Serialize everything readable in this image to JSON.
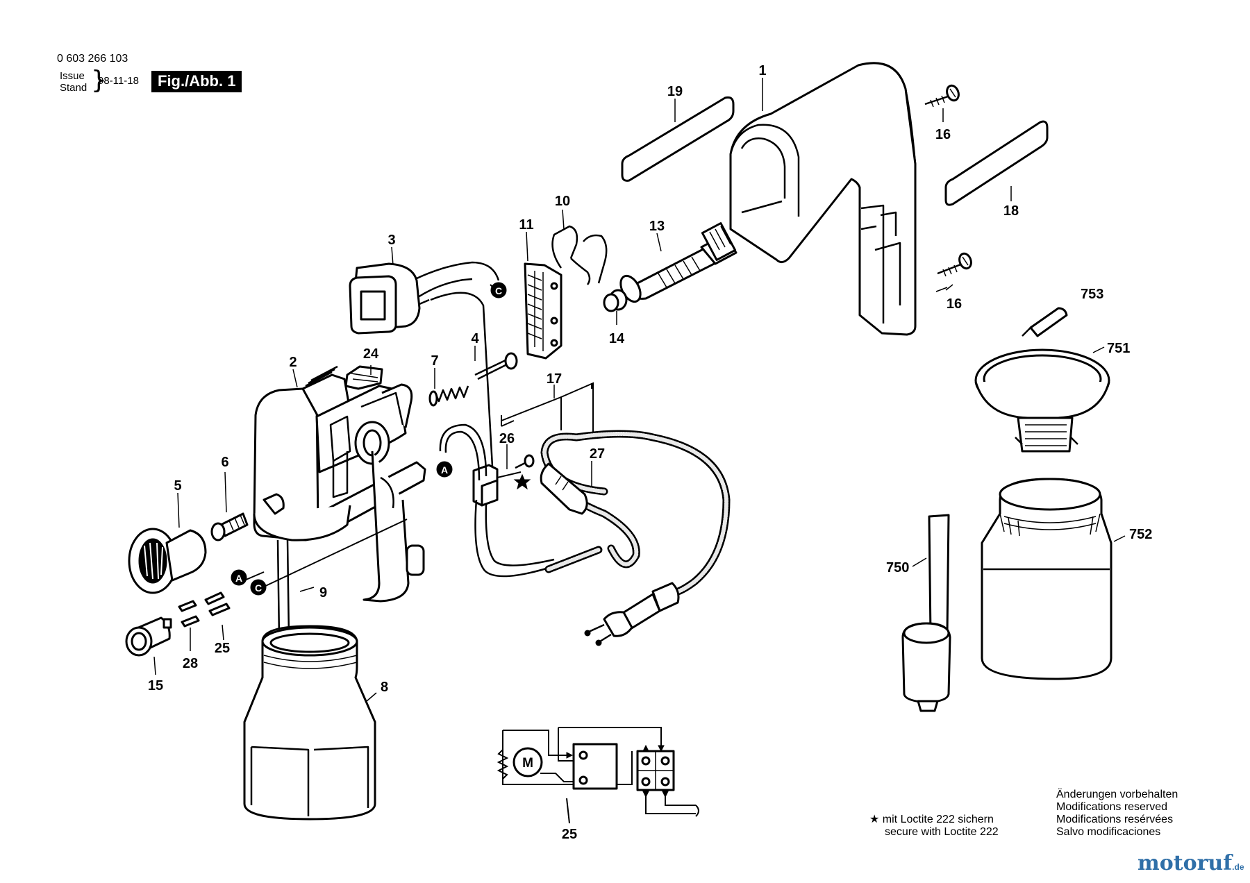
{
  "header": {
    "part_number": "0 603 266 103",
    "issue_label": "Issue",
    "stand_label": "Stand",
    "issue_date": "98-11-18",
    "figure_badge": "Fig./Abb. 1"
  },
  "callouts": [
    "1",
    "19",
    "16",
    "18",
    "10",
    "11",
    "3",
    "13",
    "14",
    "24",
    "4",
    "7",
    "2",
    "17",
    "26",
    "27",
    "6",
    "5",
    "9",
    "25",
    "28",
    "15",
    "8",
    "753",
    "751",
    "752",
    "750",
    "16",
    "25"
  ],
  "connector_markers": [
    "C",
    "A",
    "A",
    "C"
  ],
  "motor_label": "M",
  "notes": {
    "loctite_de": "mit Loctite 222 sichern",
    "loctite_en": "secure with Loctite 222",
    "modifications": [
      "Änderungen vorbehalten",
      "Modifications reserved",
      "Modifications resérvées",
      "Salvo modificaciones"
    ]
  },
  "brand": {
    "name": "motoruf",
    "tld": ".de",
    "color": "#2f6fa8"
  },
  "icons": [
    "star-icon",
    "motor-symbol-icon",
    "plug-icon"
  ]
}
